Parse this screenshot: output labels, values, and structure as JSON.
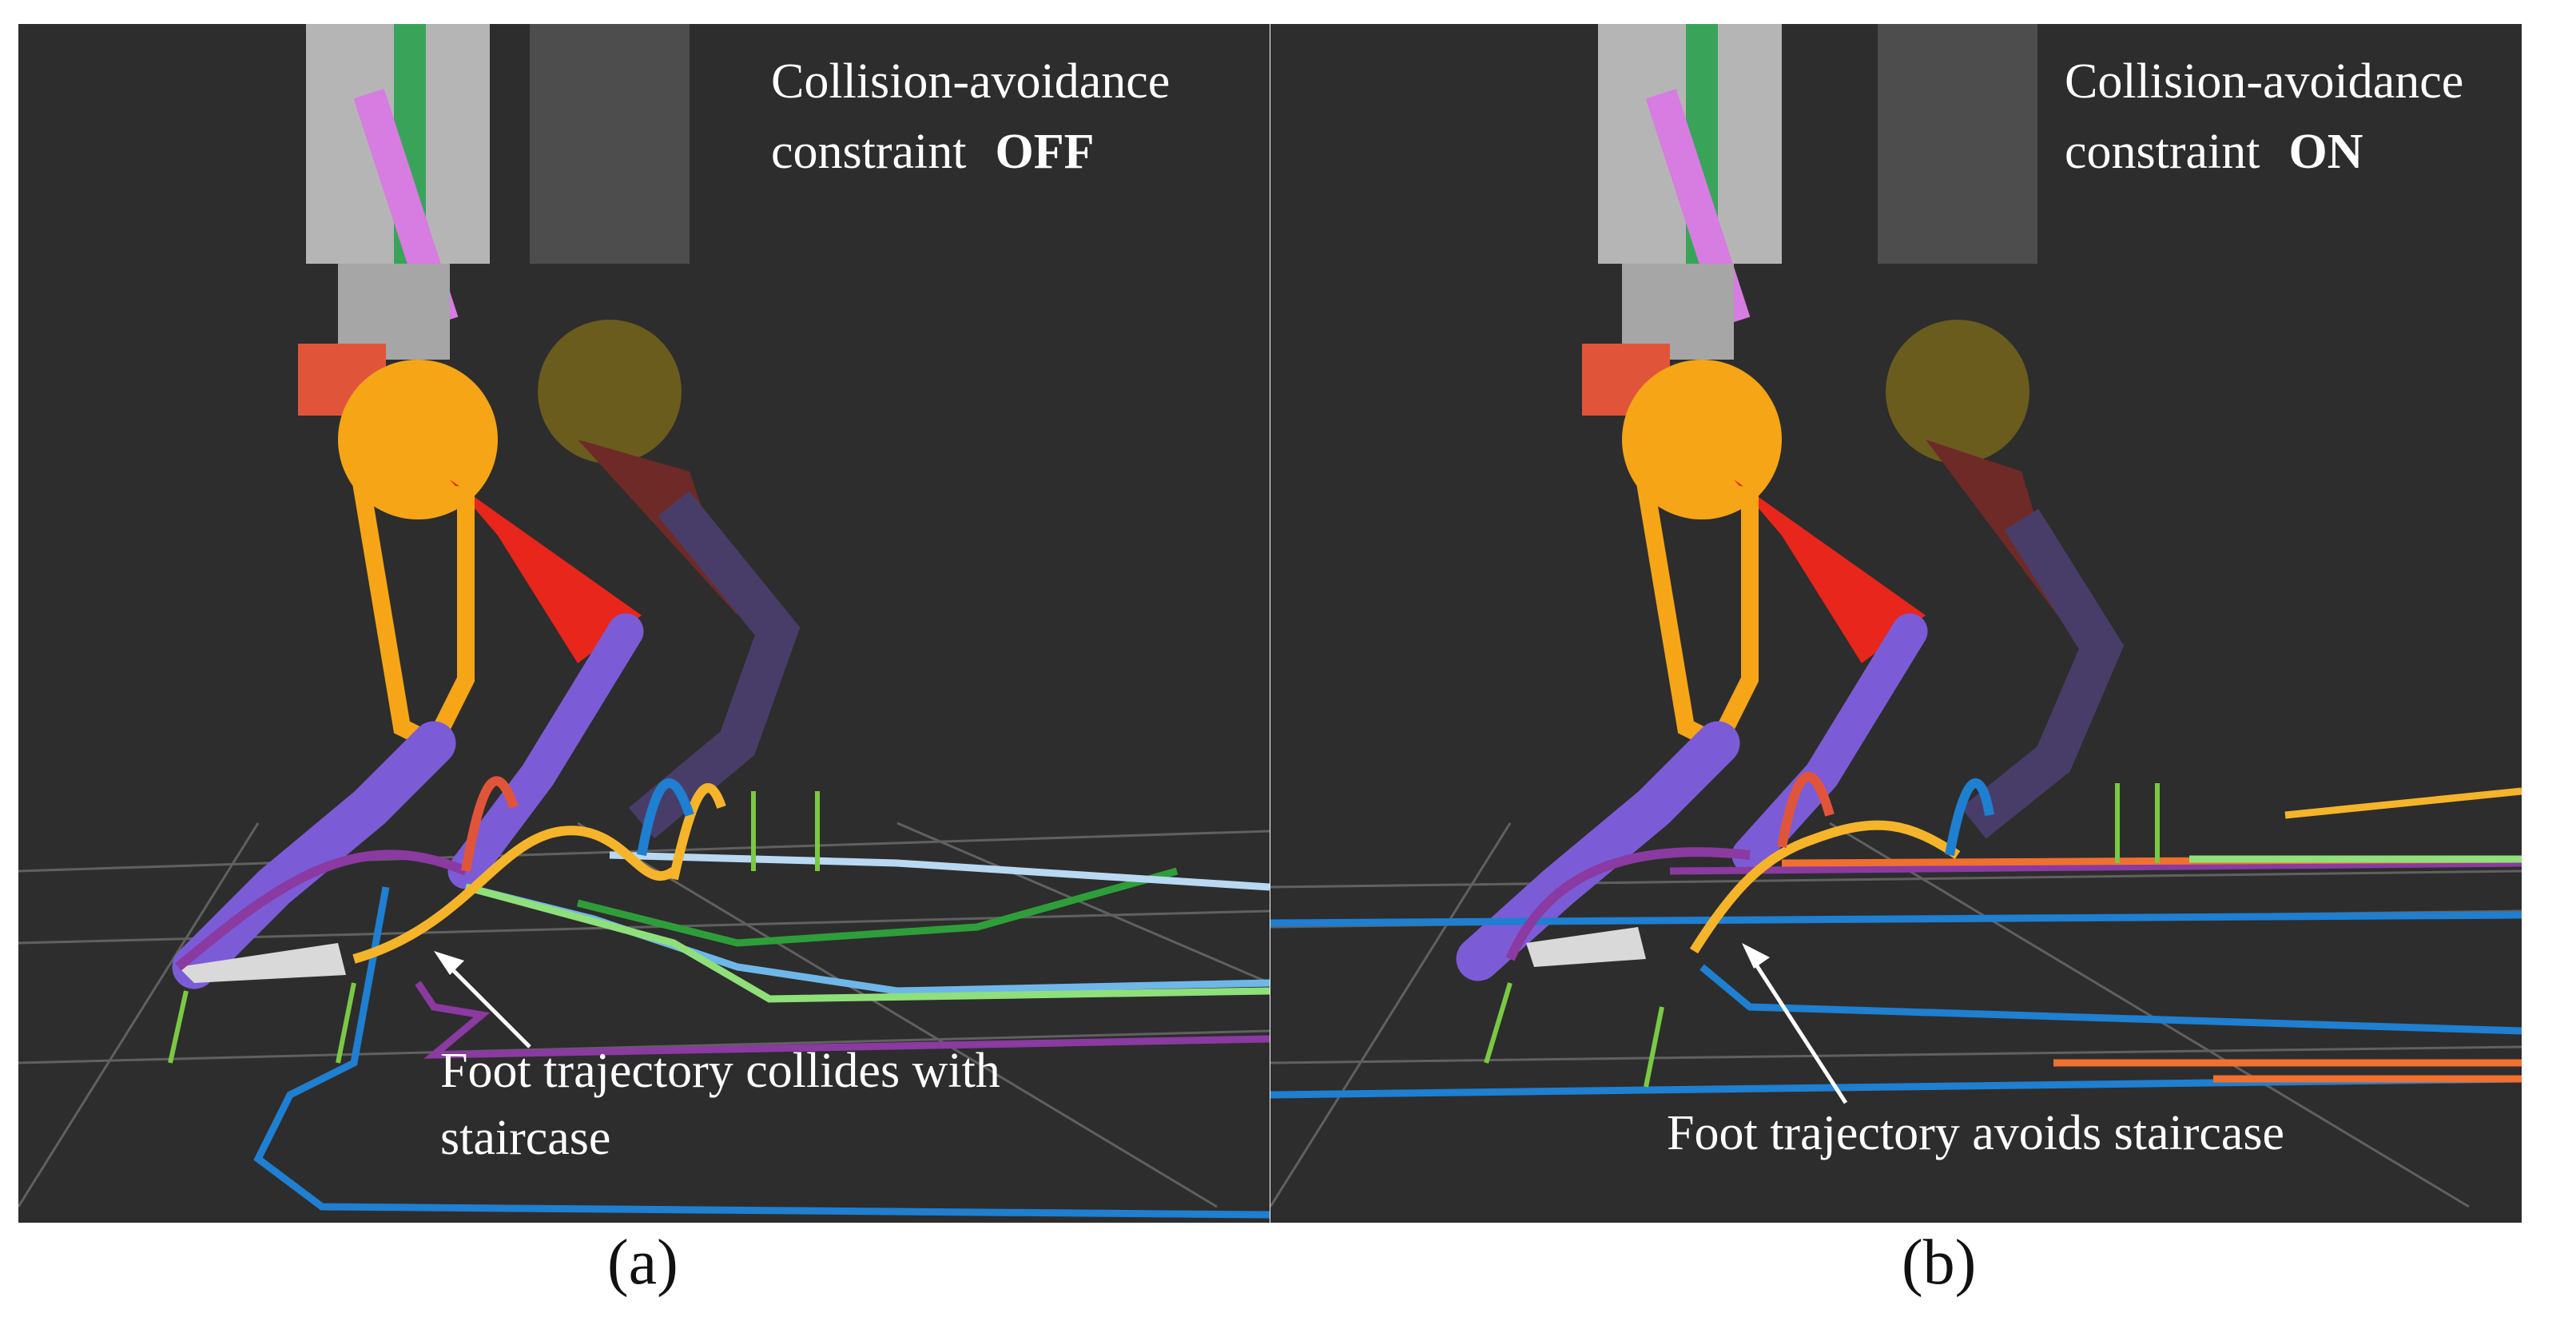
{
  "panels": [
    {
      "id": "a",
      "title_line1": "Collision-avoidance",
      "title_line2": "constraint",
      "state": "OFF",
      "note_line1": "Foot trajectory collides with",
      "note_line2": "staircase",
      "caption": "(a)"
    },
    {
      "id": "b",
      "title_line1": "Collision-avoidance",
      "title_line2": "constraint",
      "state": "ON",
      "note_line1": "Foot trajectory avoids staircase",
      "caption": "(b)"
    }
  ],
  "colors": {
    "background": "#2d2d2d",
    "thigh": "#f5a516",
    "shin": "#7b5cd6",
    "linkage": "#e8261b",
    "pushrod": "#d77ce0",
    "foot_trajectory": "#f5b42a",
    "staircase_edge": "#1f7fd0",
    "grid": "#8a8a8a"
  }
}
